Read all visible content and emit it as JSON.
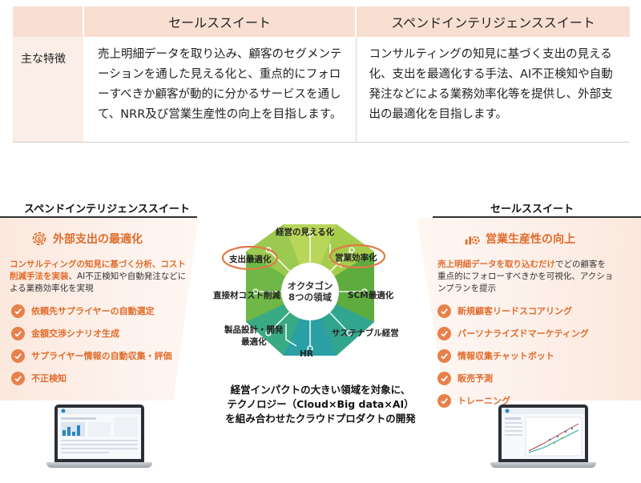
{
  "table": {
    "col1_header": "セールススイート",
    "col2_header": "スペンドインテリジェンススイート",
    "row_label": "主な特徴",
    "col1_body": "売上明細データを取り込み、顧客のセグメンテーションを通した見える化と、重点的にフォローすべきか顧客が動的に分かるサービスを通して、NRR及び営業生産性の向上を目指します。",
    "col2_body": "コンサルティングの知見に基づく支出の見える化、支出を最適化する手法、AI不正検知や自動発注などによる業務効率化等を提供し、外部支出の最適化を目指します。"
  },
  "left_panel": {
    "title": "スペンドインテリジェンススイート",
    "heading": "外部支出の最適化",
    "heading_icon": "gear-dollar-icon",
    "desc_highlight": "コンサルティングの知見に基づく分析、コスト削減手法を実装",
    "desc_rest": "、AI不正検知や自動発注などによる業務効率化を実現",
    "features": [
      "依頼先サプライヤーの自動選定",
      "金額交渉シナリオ生成",
      "サプライヤー情報の自動収集・評価",
      "不正検知"
    ]
  },
  "right_panel": {
    "title": "セールススイート",
    "heading": "営業生産性の向上",
    "heading_icon": "chart-gear-icon",
    "desc_highlight": "売上明細データを取り込むだけ",
    "desc_rest": "でどの顧客を重点的にフォローすべきかを可視化、アクションプランを提示",
    "features": [
      "新規顧客リードスコアリング",
      "パーソナライズドマーケティング",
      "情報収集チャットボット",
      "販売予測",
      "トレーニング"
    ]
  },
  "octagon": {
    "center_line1": "オクタゴン",
    "center_line2": "8つの領域",
    "labels": {
      "top": "経営の見える化",
      "top_left": "支出最適化",
      "top_right": "営業効率化",
      "left": "直接材コスト削減",
      "right": "SCM最適化",
      "bottom_left_1": "製品設計・開発",
      "bottom_left_2": "最適化",
      "bottom_right": "サステナブル経営",
      "bottom": "HR"
    },
    "colors": {
      "lime": "#a7cc4a",
      "green": "#6db33f",
      "teal": "#2aa8a0",
      "highlight": "#e07a45"
    }
  },
  "caption": {
    "line1": "経営インパクトの大きい領域を対象に、",
    "line2": "テクノロジー（Cloud×Big data×AI）",
    "line3": "を組み合わせたクラウドプロダクトの開発"
  },
  "accent_color": "#e06c2c"
}
